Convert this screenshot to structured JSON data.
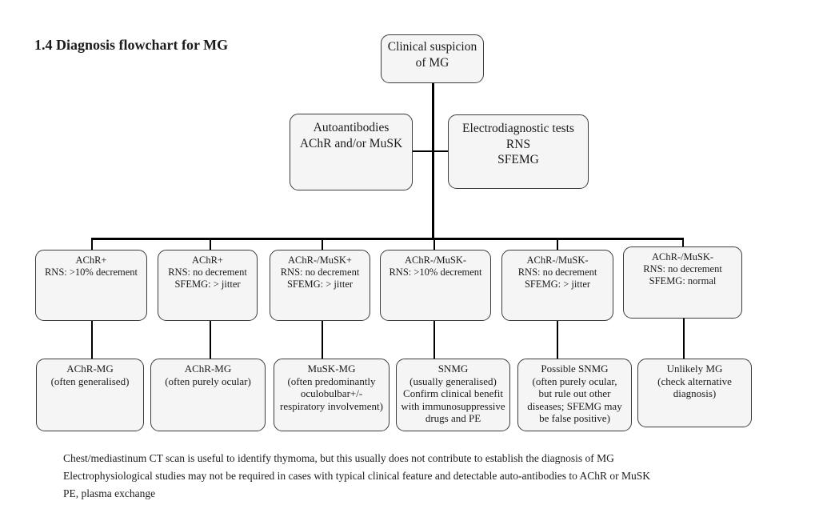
{
  "title": "1.4 Diagnosis flowchart for MG",
  "flowchart": {
    "root": {
      "lines": [
        "Clinical suspicion",
        "of MG"
      ]
    },
    "branches": [
      {
        "lines": [
          "Autoantibodies",
          "AChR and/or MuSK"
        ]
      },
      {
        "lines": [
          "Electrodiagnostic tests",
          "RNS",
          "SFEMG"
        ]
      }
    ],
    "results": [
      {
        "lines": [
          "AChR+",
          "RNS: >10% decrement"
        ]
      },
      {
        "lines": [
          "AChR+",
          "RNS: no decrement",
          "SFEMG: > jitter"
        ]
      },
      {
        "lines": [
          "AChR-/MuSK+",
          "RNS: no decrement",
          "SFEMG: > jitter"
        ]
      },
      {
        "lines": [
          "AChR-/MuSK-",
          "RNS: >10% decrement"
        ]
      },
      {
        "lines": [
          "AChR-/MuSK-",
          "RNS: no decrement",
          "SFEMG: > jitter"
        ]
      },
      {
        "lines": [
          "AChR-/MuSK-",
          "RNS: no decrement",
          "SFEMG: normal"
        ]
      }
    ],
    "diagnoses": [
      {
        "lines": [
          "AChR-MG",
          "(often generalised)"
        ]
      },
      {
        "lines": [
          "AChR-MG",
          "(often purely ocular)"
        ]
      },
      {
        "lines": [
          "MuSK-MG",
          "(often predominantly",
          "oculobulbar+/-",
          "respiratory involvement)"
        ]
      },
      {
        "lines": [
          "SNMG",
          "(usually generalised)",
          "Confirm clinical benefit",
          "with immunosuppressive",
          "drugs and PE"
        ]
      },
      {
        "lines": [
          "Possible SNMG",
          "(often purely ocular,",
          "but rule out other",
          "diseases; SFEMG may",
          "be false positive)"
        ]
      },
      {
        "lines": [
          "Unlikely MG",
          "(check alternative",
          "diagnosis)"
        ]
      }
    ]
  },
  "notes": [
    "Chest/mediastinum CT scan is useful to identify thymoma, but this usually does not contribute to establish the diagnosis of MG",
    "Electrophysiological studies may not be required in cases with typical clinical feature and detectable auto-antibodies to AChR or MuSK",
    "PE, plasma exchange"
  ],
  "colors": {
    "box_fill": "#f5f5f5",
    "box_border": "#3c3c3c",
    "line": "#000000",
    "text": "#1b1b1b"
  }
}
